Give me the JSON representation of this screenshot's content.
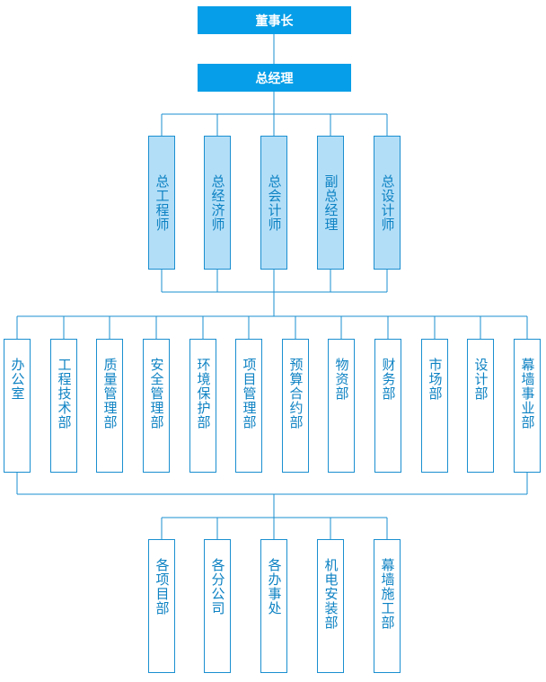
{
  "chairman": "董事长",
  "general_manager": "总经理",
  "officers": [
    "总工程师",
    "总经济师",
    "总会计师",
    "副总经理",
    "总设计师"
  ],
  "departments": [
    "办公室",
    "工程技术部",
    "质量管理部",
    "安全管理部",
    "环境保护部",
    "项目管理部",
    "预算合约部",
    "物资部",
    "财务部",
    "市场部",
    "设计部",
    "幕墙事业部"
  ],
  "units": [
    "各项目部",
    "各分公司",
    "各办事处",
    "机电安装部",
    "幕墙施工部"
  ],
  "colors": {
    "header_fill": "#069ee8",
    "officer_fill": "#b3def7",
    "line": "#1a8fd0",
    "text": "#0d82c3"
  }
}
